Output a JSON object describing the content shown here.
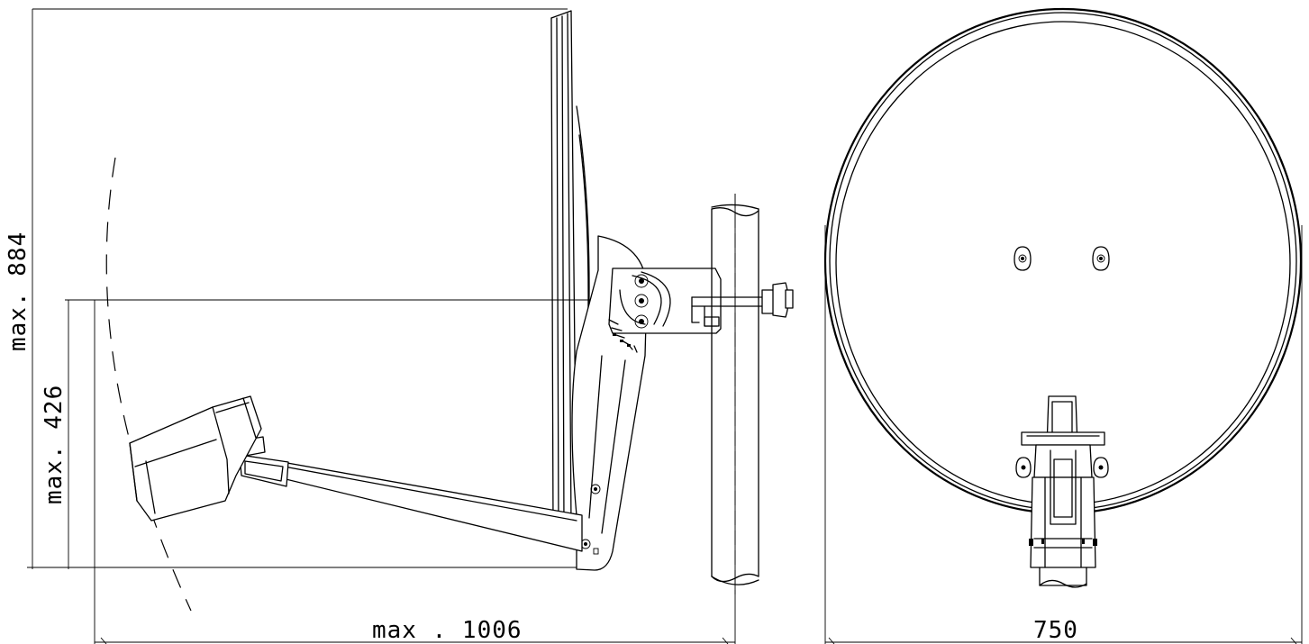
{
  "dimensions": {
    "height_max": "max. 884",
    "lower_height_max": "max. 426",
    "depth_max": "max . 1006",
    "dish_width": "750"
  },
  "colors": {
    "line": "#000000",
    "background": "#ffffff"
  }
}
